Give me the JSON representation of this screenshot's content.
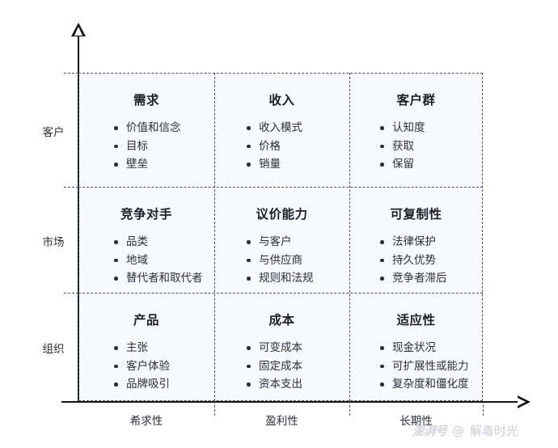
{
  "diagram": {
    "type": "3x3-matrix",
    "background_color": "#ffffff",
    "cell_fill_color": "#f7f9fd",
    "grid_line_color": "#4a5160",
    "axis_color": "#111418",
    "text_color": "#2a2f38",
    "y_axis": {
      "categories": [
        "客户",
        "市场",
        "组织"
      ]
    },
    "x_axis": {
      "categories": [
        "希求性",
        "盈利性",
        "长期性"
      ]
    },
    "rows": [
      {
        "row_label": "客户",
        "cells": [
          {
            "title": "需求",
            "items": [
              "价值和信念",
              "目标",
              "壁垒"
            ]
          },
          {
            "title": "收入",
            "items": [
              "收入模式",
              "价格",
              "销量"
            ]
          },
          {
            "title": "客户群",
            "items": [
              "认知度",
              "获取",
              "保留"
            ]
          }
        ]
      },
      {
        "row_label": "市场",
        "cells": [
          {
            "title": "竞争对手",
            "items": [
              "品类",
              "地域",
              "替代者和取代者"
            ]
          },
          {
            "title": "议价能力",
            "items": [
              "与客户",
              "与供应商",
              "规则和法规"
            ]
          },
          {
            "title": "可复制性",
            "items": [
              "法律保护",
              "持久优势",
              "竞争者滞后"
            ]
          }
        ]
      },
      {
        "row_label": "组织",
        "cells": [
          {
            "title": "产品",
            "items": [
              "主张",
              "客户体验",
              "品牌吸引"
            ]
          },
          {
            "title": "成本",
            "items": [
              "可变成本",
              "固定成本",
              "资本支出"
            ]
          },
          {
            "title": "适应性",
            "items": [
              "现金状况",
              "可扩展性或能力",
              "复杂度和僵化度"
            ]
          }
        ]
      }
    ]
  },
  "watermark": {
    "platform": "澎湃号",
    "at": "@",
    "account": "解毒时光"
  }
}
